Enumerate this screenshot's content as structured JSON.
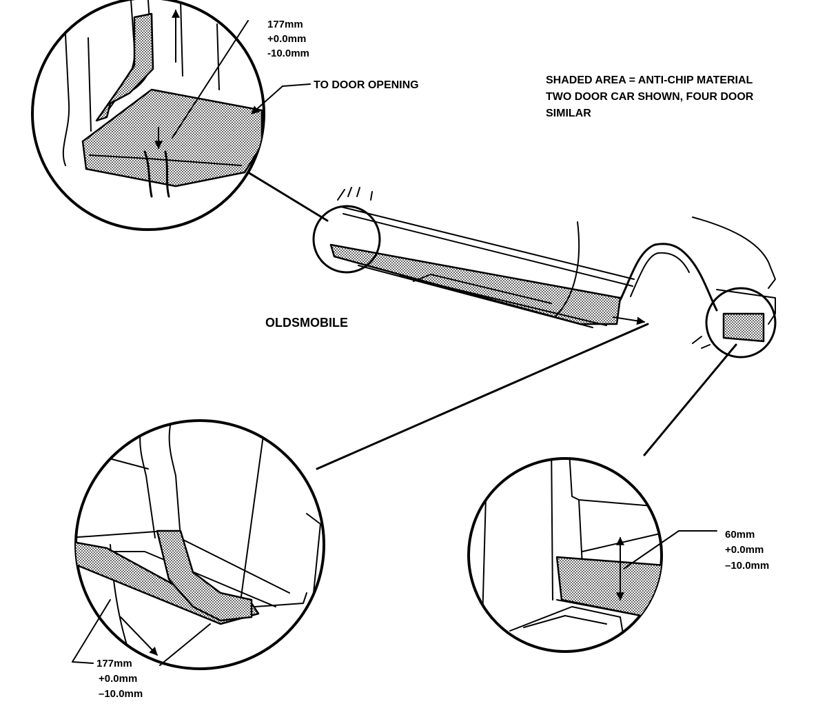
{
  "notes": {
    "line1": "SHADED AREA = ANTI-CHIP MATERIAL",
    "line2": "TWO DOOR CAR SHOWN, FOUR DOOR",
    "line3": "SIMILAR"
  },
  "vehicle_label": "OLDSMOBILE",
  "callouts": {
    "top_left": {
      "dim": "177mm",
      "tol_plus": "+0.0mm",
      "tol_minus": "-10.0mm"
    },
    "door_opening": "TO DOOR OPENING",
    "bottom_left": {
      "dim": "177mm",
      "tol_plus": "+0.0mm",
      "tol_minus": "–10.0mm"
    },
    "bottom_right": {
      "dim": "60mm",
      "tol_plus": "+0.0mm",
      "tol_minus": "–10.0mm"
    }
  }
}
